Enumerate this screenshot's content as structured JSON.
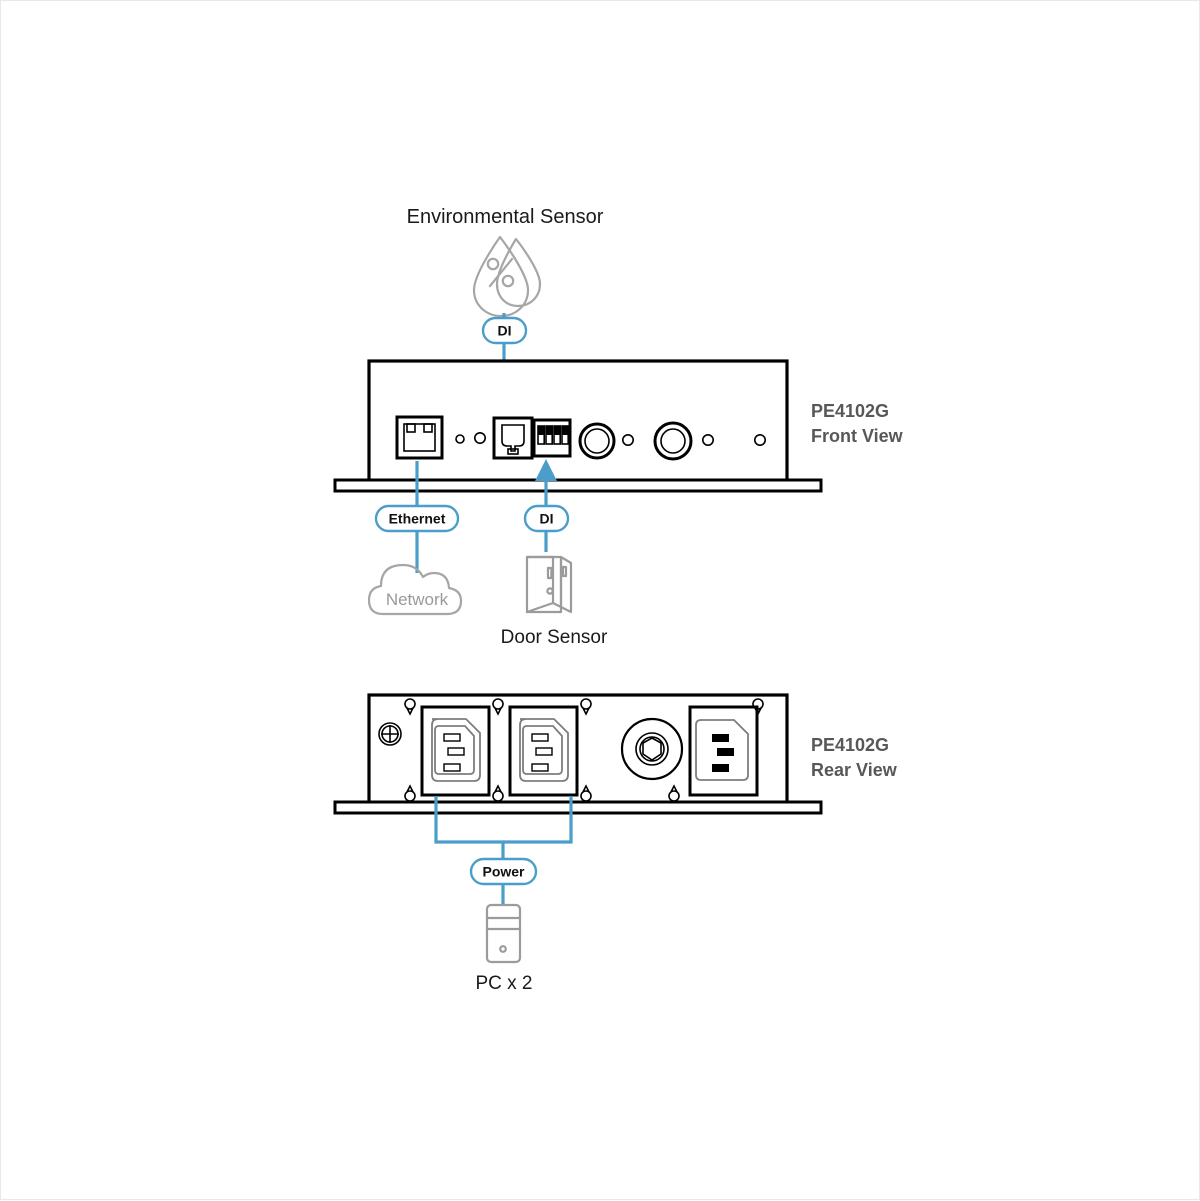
{
  "figure": {
    "background": "#ffffff",
    "accent_blue": "#4a9ec9",
    "device_label_color": "#58585a",
    "cloud_text_color": "#9a9a9a"
  },
  "labels": {
    "environmental_sensor": "Environmental Sensor",
    "door_sensor": "Door Sensor",
    "network": "Network",
    "pc": "PC x 2"
  },
  "connectors": {
    "di_top": "DI",
    "ethernet": "Ethernet",
    "di_bottom": "DI",
    "power": "Power"
  },
  "devices": [
    {
      "model": "PE4102G",
      "view": "Front View",
      "ports": [
        "rj45-ethernet-port",
        "led-indicator",
        "led-indicator",
        "rj11-sensor-port",
        "terminal-block-4pin",
        "round-button",
        "led-indicator",
        "round-button",
        "led-indicator",
        "led-indicator"
      ]
    },
    {
      "model": "PE4102G",
      "view": "Rear View",
      "ports": [
        "ground-screw",
        "c13-outlet",
        "c13-outlet",
        "circuit-breaker",
        "c14-inlet"
      ]
    }
  ],
  "icons": {
    "environmental_sensor": "humidity-droplet-percent-icon",
    "door_sensor": "open-door-icon",
    "network": "cloud-icon",
    "pc": "computer-tower-icon"
  }
}
